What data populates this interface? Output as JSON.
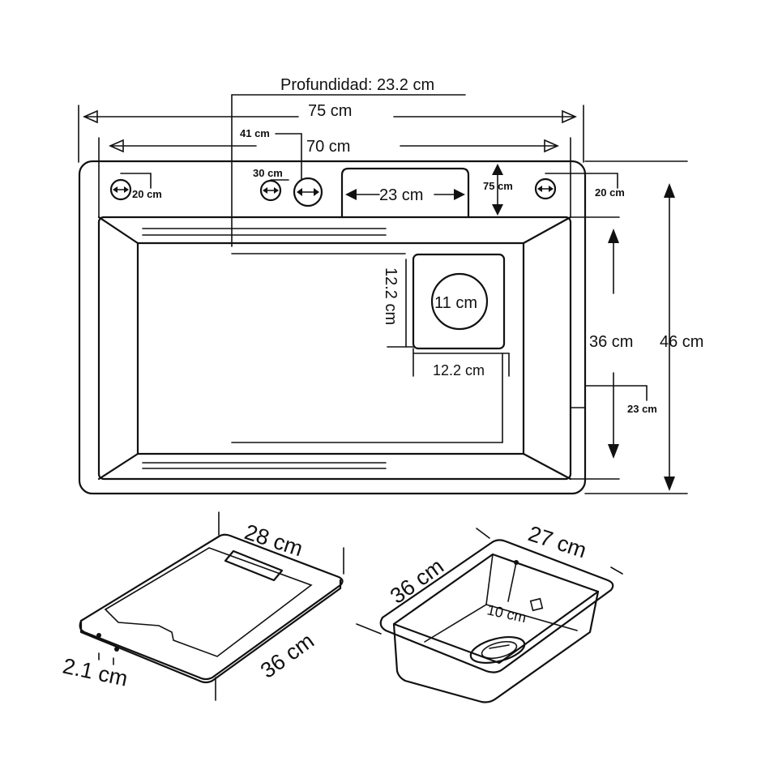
{
  "top_view": {
    "depth_label": "Profundidad: 23.2 cm",
    "overall_width": "75 cm",
    "inner_width": "70 cm",
    "offset_small": "41 cm",
    "faucet_hole": "30 cm",
    "left_hole_dim": "20 cm",
    "right_hole_dim": "20 cm",
    "slot_width": "23 cm",
    "slot_depth": "75 cm",
    "inner_depth": "36 cm",
    "overall_depth": "46 cm",
    "rim_offset": "23 cm",
    "basket_height": "12.2 cm",
    "basket_width": "12.2 cm",
    "drain_diameter": "11 cm"
  },
  "cutting_board": {
    "width": "28 cm",
    "length": "36 cm",
    "thickness": "2.1 cm"
  },
  "colander": {
    "length": "36 cm",
    "width": "27 cm",
    "depth": "10 cm"
  },
  "colors": {
    "line": "#111111",
    "background": "#ffffff"
  }
}
